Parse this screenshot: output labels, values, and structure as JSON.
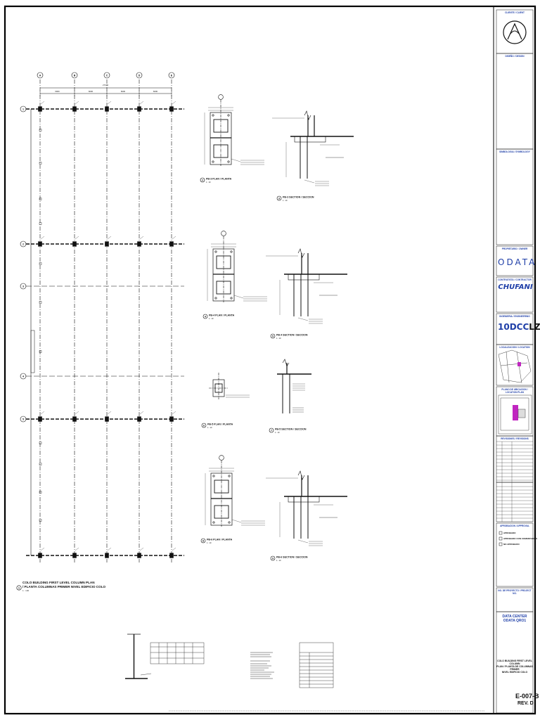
{
  "drawing": {
    "main_plan": {
      "title_line1": "COLO BUILDING FIRST LEVEL COLUMN PLAN",
      "title_line2": "/ PLANTA COLUMNAS PRIMER NIVEL EDIFICIO COLO",
      "number": "1",
      "scale": "1 : 100",
      "overall_dim": "27000",
      "bay_dims": [
        "6000",
        "6000",
        "6000",
        "6000"
      ],
      "column_grid": [
        "A",
        "B",
        "C",
        "D",
        "E"
      ],
      "row_grid": [
        "1",
        "2",
        "3",
        "4",
        "5"
      ]
    },
    "details": [
      {
        "id": "d2",
        "number": "2",
        "title": "PB-3 PLAN / PLANTA",
        "scale": "1 : 10"
      },
      {
        "id": "d3",
        "number": "3",
        "title": "PB-3 SECTION / SECCION",
        "scale": "1 : 10"
      },
      {
        "id": "d4",
        "number": "4",
        "title": "PB-4 PLAN / PLANTA",
        "scale": "1 : 10"
      },
      {
        "id": "d5",
        "number": "5",
        "title": "PB-4 SECTION / SECCION",
        "scale": "1 : 10"
      },
      {
        "id": "d6",
        "number": "6",
        "title": "PB-5 PLAN / PLANTA",
        "scale": "1 : 10"
      },
      {
        "id": "d7",
        "number": "7",
        "title": "PB-5 SECTION / SECCION",
        "scale": "1 : 10"
      },
      {
        "id": "d8",
        "number": "8",
        "title": "PB-6 PLAN / PLANTA",
        "scale": "1 : 10"
      },
      {
        "id": "d9",
        "number": "9",
        "title": "PB-6 SECTION / SECCION",
        "scale": "1 : 10"
      }
    ]
  },
  "title_block": {
    "client_header": "CLIENTE / CLIENT",
    "design_header": "DISEÑO / DESIGN",
    "symbols_header": "SIMBOLOGIA / SYMBOLOGY",
    "owner_header": "PROPIETARIO / OWNER",
    "owner_logo": "ODATA",
    "contractor_header": "CONTRATISTA / CONTRACTOR",
    "contractor_logo": "CHUFANI",
    "engineer_header": "INGENIERIA / ENGINEERING",
    "engineer_logo_num": "10",
    "engineer_logo_dcc": "DCC",
    "engineer_logo_lza": "LZA",
    "location_header": "LOCALIZACION / LOCATION",
    "site_plan_header": "PLANO DE UBICACION / LOCATION PLAN",
    "revisions_header": "REVISIONES / REVISIONS",
    "approvals_header": "APROBACION / APPROVAL",
    "approved": "APROBADO",
    "approved_comments": "APROBADO CON COMENTARIOS",
    "not_approved": "NO APROBADO",
    "project_header": "NO. DE PROYECTO / PROJECT NO.",
    "project_name": "DATA CENTER ODATA QRO1",
    "sheet_title_1": "COLO BUILDING FIRST LEVEL COLUMN",
    "sheet_title_2": "PLAN / PLANTA DE COLUMNAS PRIMER",
    "sheet_title_3": "NIVEL EDIFICIO COLO",
    "sheet_number": "E-007-B",
    "revision": "REV. D"
  },
  "colors": {
    "line": "#111111",
    "accent_blue": "#1f3fa8",
    "magenta": "#c026c0",
    "frame": "#000000"
  }
}
